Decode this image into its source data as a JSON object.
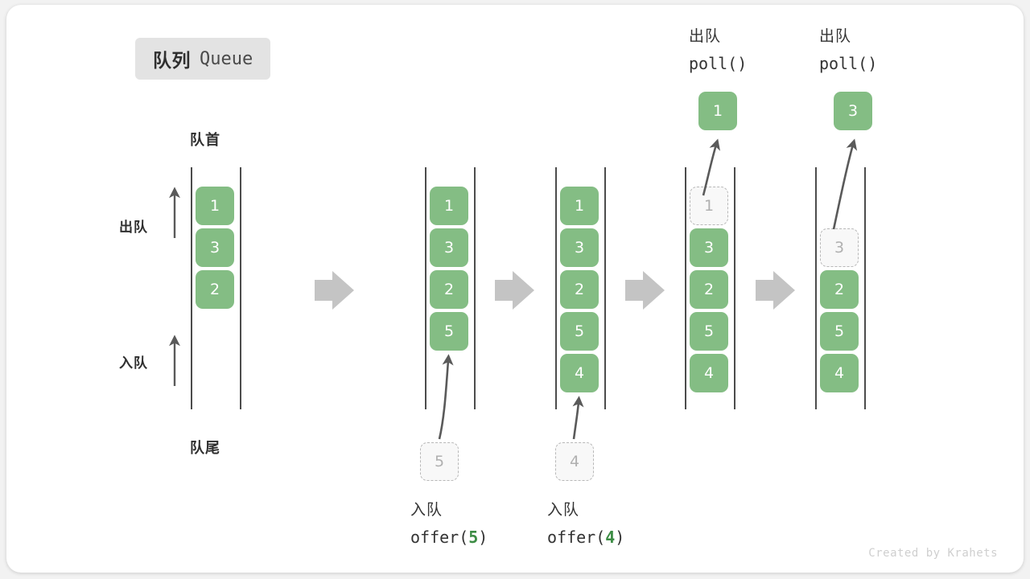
{
  "title": {
    "cn": "队列",
    "en": "Queue"
  },
  "labels": {
    "head": "队首",
    "tail": "队尾",
    "dequeue": "出队",
    "enqueue": "入队"
  },
  "footer": "Created by Krahets",
  "colors": {
    "element": "#84bd84",
    "ghost_border": "#b8b8b8",
    "ghost_fill": "#f8f8f8",
    "rail": "#4c4c4c",
    "arrow": "#c4c4c4",
    "curve_arrow": "#5a5a5a",
    "badge_bg": "#e3e3e3",
    "arg_green": "#3c8c44",
    "text": "#333333"
  },
  "stages": [
    {
      "id": "initial",
      "cells": [
        "1",
        "3",
        "2"
      ],
      "ghost_index": -1,
      "top_label": null,
      "bottom_caption": null
    },
    {
      "id": "after-offer-5",
      "cells": [
        "1",
        "3",
        "2",
        "5"
      ],
      "ghost_index": -1,
      "top_label": null,
      "bottom_caption": {
        "cn": "入队",
        "code_prefix": "offer(",
        "arg": "5",
        "code_suffix": ")"
      },
      "incoming_ghost": "5"
    },
    {
      "id": "after-offer-4",
      "cells": [
        "1",
        "3",
        "2",
        "5",
        "4"
      ],
      "ghost_index": -1,
      "top_label": null,
      "bottom_caption": {
        "cn": "入队",
        "code_prefix": "offer(",
        "arg": "4",
        "code_suffix": ")"
      },
      "incoming_ghost": "4"
    },
    {
      "id": "poll-1",
      "cells": [
        "1",
        "3",
        "2",
        "5",
        "4"
      ],
      "ghost_index": 0,
      "top_label": {
        "cn": "出队",
        "code": "poll()"
      },
      "popped": "1",
      "bottom_caption": null
    },
    {
      "id": "poll-3",
      "cells": [
        "3",
        "2",
        "5",
        "4"
      ],
      "ghost_index": 0,
      "top_label": {
        "cn": "出队",
        "code": "poll()"
      },
      "popped": "3",
      "bottom_caption": null
    }
  ],
  "flow_arrows": 4
}
